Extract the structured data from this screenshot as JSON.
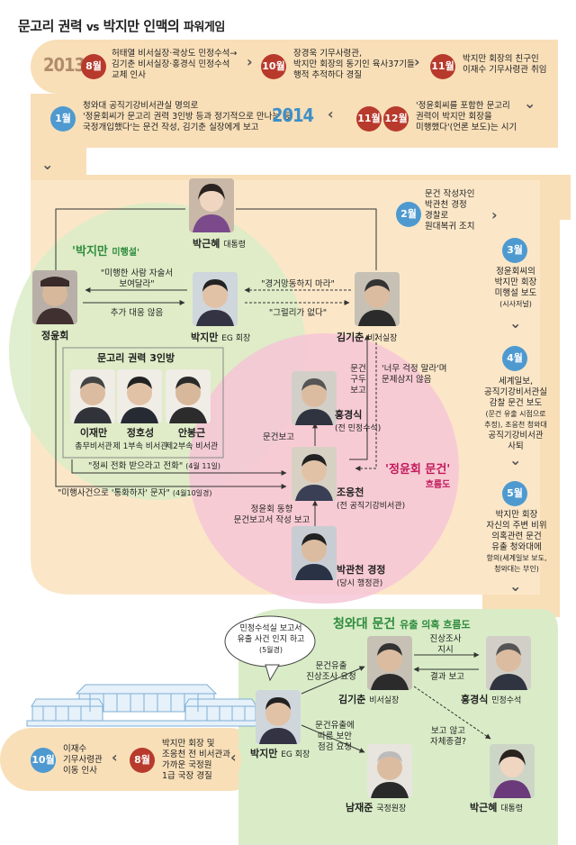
{
  "title": {
    "a": "문고리 권력",
    "b": "vs",
    "c": "박지만 인맥의",
    "d": "파워게임"
  },
  "timeline": {
    "y2013": "2013",
    "m8": "8월",
    "e_8": [
      "허태열 비서실장·곽상도 민정수석→",
      "김기춘 비서실장·홍경식 민정수석",
      "교체 인사"
    ],
    "m10": "10월",
    "e_10": [
      "장경욱 기무사령관,",
      "박지만 회장의 동기인 육사37기들",
      "행적 추적하다 경질"
    ],
    "m11": "11월",
    "e_11": [
      "박지만 회장의 친구인",
      "이재수 기무사령관 취임"
    ],
    "m11b": "11월",
    "m12": "12월",
    "e_1112": [
      "'정윤회씨를 포함한 문고리",
      "권력이 박지만 회장을",
      "미행했다'(언론 보도)는 시기"
    ],
    "y2014": "2014",
    "m1": "1월",
    "e_1": [
      "청와대 공직기강비서관실 명의로",
      "'정윤회씨가 문고리 권력 3인방 등과 정기적으로 만나는 등",
      "국정개입했다'는 문건 작성, 김기춘 실장에게 보고"
    ],
    "m2": "2월",
    "e_2": [
      "문건 작성자인",
      "박관천 경정",
      "경찰로",
      "원대복귀 조치"
    ],
    "m3": "3월",
    "e_3": [
      "정윤회씨의",
      "박지만 회장",
      "미행설 보도",
      "(시사저널)"
    ],
    "m4": "4월",
    "e_4": [
      "세계일보,",
      "공직기강비서관실",
      "감찰 문건 보도",
      "(문건 유출 시점으로",
      "추정), 조응천 청와대",
      "공직기강비서관",
      "사퇴"
    ],
    "m5": "5월",
    "e_5": [
      "박지만 회장",
      "자신의 주변 비위",
      "의혹관련 문건",
      "유출 청와대에",
      "항의(세계일보 보도,",
      "청와대는 부인)"
    ],
    "m8b": "8월",
    "e_8b": [
      "박지만 회장 및",
      "조응천 전 비서관과",
      "가까운 국정원",
      "1급 국장 경질"
    ],
    "m10b": "10월",
    "e_10b": [
      "이재수",
      "기무사령관",
      "이동 인사"
    ]
  },
  "people": {
    "park_gh": {
      "name": "박근혜",
      "role": "대통령"
    },
    "jung": {
      "name": "정윤회",
      "role": ""
    },
    "park_jm": {
      "name": "박지만",
      "role": "EG 회장"
    },
    "kim": {
      "name": "김기춘",
      "role": "비서실장"
    },
    "lee": {
      "name": "이재만",
      "role": "총무비서관"
    },
    "jho": {
      "name": "정호성",
      "role": "제 1부속 비서관"
    },
    "ahn": {
      "name": "안봉근",
      "role": "제2부속 비서관"
    },
    "hong": {
      "name": "홍경식",
      "role": "(전 민정수석)"
    },
    "cho": {
      "name": "조응천",
      "role": "(전 공직기강비서관)"
    },
    "pgc": {
      "name": "박관천 경정",
      "role": "(당시 행정관)"
    },
    "nam": {
      "name": "남재준",
      "role": "국정원장"
    },
    "hong2": {
      "name": "홍경식",
      "role": "민정수석"
    },
    "kim2": {
      "name": "김기춘",
      "role": "비서실장"
    },
    "park_jm2": {
      "name": "박지만",
      "role": "EG 회장"
    },
    "park_gh2": {
      "name": "박근혜",
      "role": "대통령"
    }
  },
  "groups": {
    "tail": "'박지만",
    "tail_b": "미행설'",
    "trio": "문고리 권력 3인방",
    "doc_a": "'정윤회 문건'",
    "doc_b": "흐름도",
    "leak_a": "청와대 문건",
    "leak_b": "유출 의혹 흐름도"
  },
  "labels": {
    "l1": [
      "\"미행한 사람 자술서",
      "보여달라\""
    ],
    "l2": "추가 대응 않음",
    "l3": "\"경거망동하지 마라\"",
    "l4": "\"그럴리가 없다\"",
    "l5": [
      "문건",
      "구두",
      "보고"
    ],
    "l6": [
      "'너무 걱정 말라'며",
      "문제삼지 않음"
    ],
    "l7": "문건보고",
    "l8": "\"정씨 전화 받으라고 전화\"",
    "l8d": "(4월 11일)",
    "l9": "\"미행사건으로 '통화하자' 문자\"",
    "l9d": "(4월10일경)",
    "l10": [
      "정윤회 동향",
      "문건보고서 작성 보고"
    ],
    "b1": [
      "민정수석실 보고서",
      "유출 사건 인지 하고",
      "(5월경)"
    ],
    "b2": [
      "진상조사",
      "지시"
    ],
    "b3": "결과 보고",
    "b4": [
      "문건유출",
      "진상조사 요청"
    ],
    "b5": [
      "문건유출에",
      "따른 보안",
      "점검 요청"
    ],
    "b6": [
      "보고 않고",
      "자체종결?"
    ]
  },
  "colors": {
    "tan": "#f8dfb8",
    "green": "#d9ecc7",
    "pink": "#f6c6d6",
    "red": "#b83a2c",
    "blue": "#4e9ad0"
  }
}
